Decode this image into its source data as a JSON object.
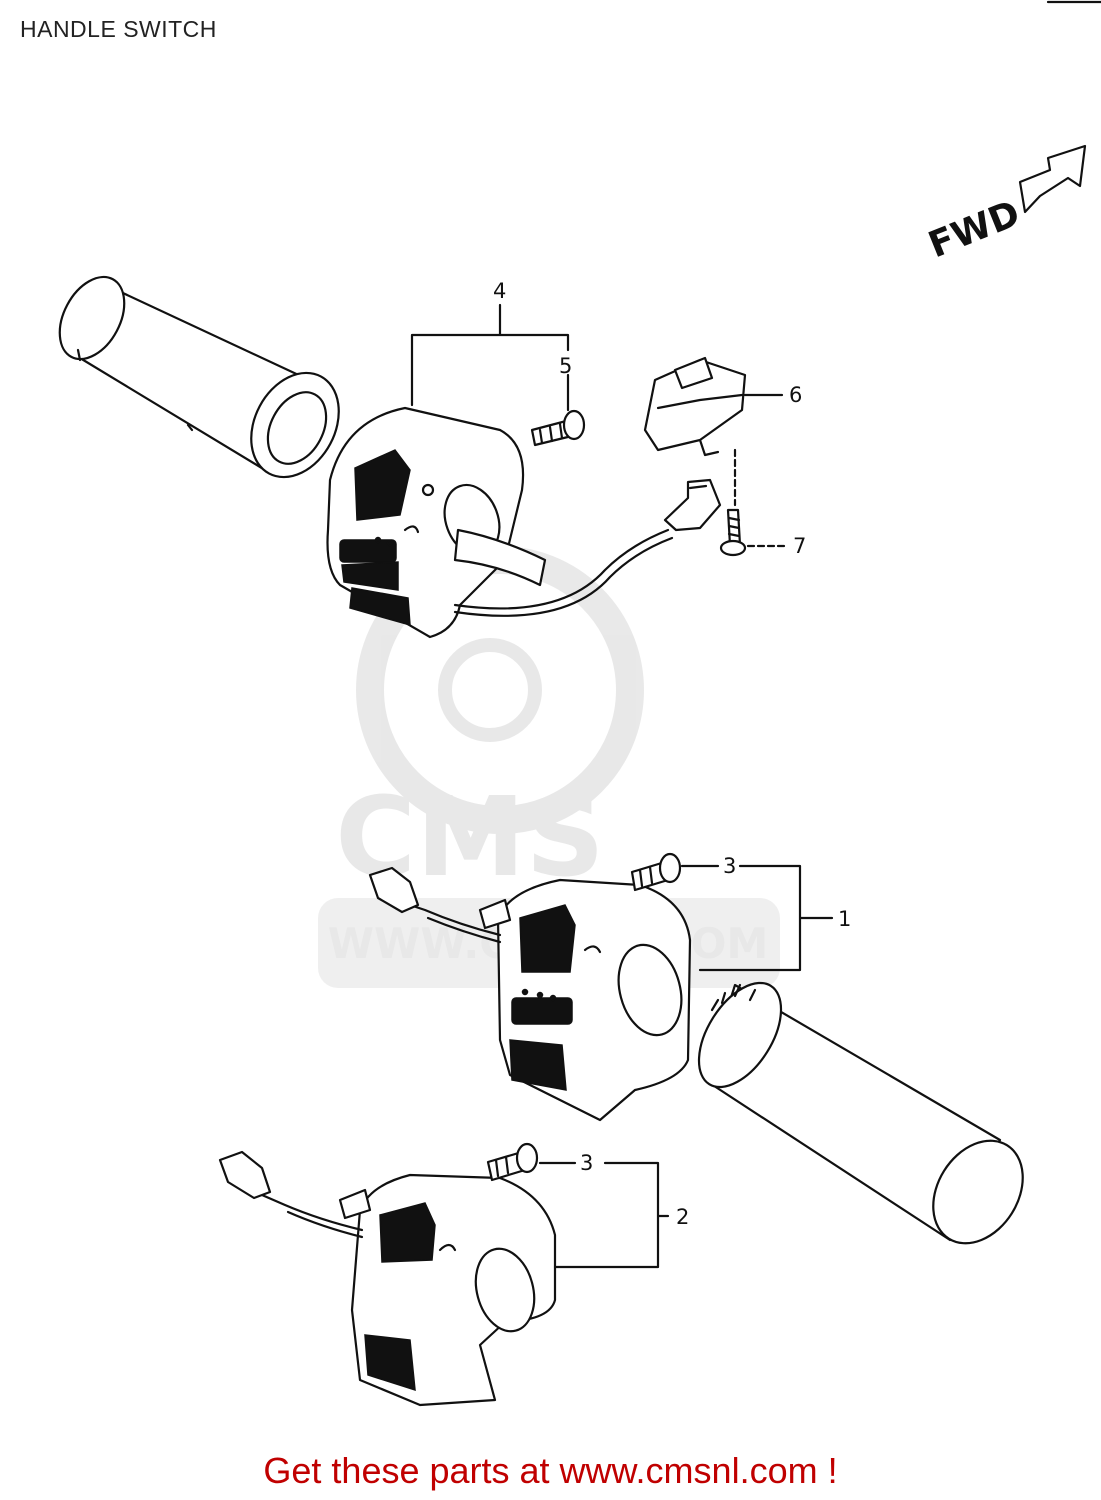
{
  "page": {
    "title": "HANDLE SWITCH"
  },
  "diagram": {
    "direction_label": "FWD",
    "callouts": [
      {
        "id": "1",
        "label": "1"
      },
      {
        "id": "2",
        "label": "2"
      },
      {
        "id": "3a",
        "label": "3"
      },
      {
        "id": "3b",
        "label": "3"
      },
      {
        "id": "4",
        "label": "4"
      },
      {
        "id": "5",
        "label": "5"
      },
      {
        "id": "6",
        "label": "6"
      },
      {
        "id": "7",
        "label": "7"
      }
    ]
  },
  "watermark": {
    "brand": "CMS",
    "url": "WWW.CMSNL.COM"
  },
  "footer": {
    "text": "Get these parts at www.cmsnl.com !",
    "color": "#cc0000"
  }
}
